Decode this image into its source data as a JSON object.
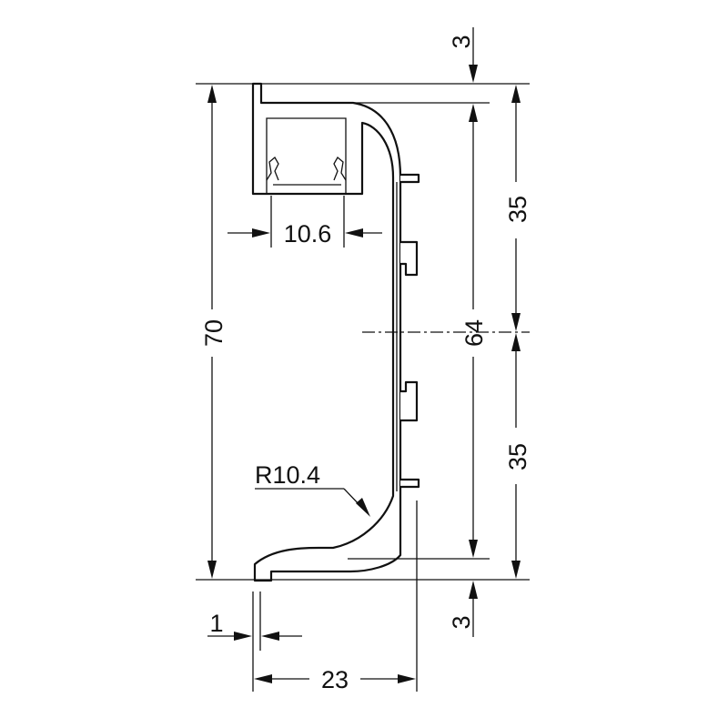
{
  "diagram": {
    "dimensions": {
      "overall_height": "70",
      "groove_offset_top": "3",
      "groove_offset_bottom": "3",
      "upper_half": "35",
      "lower_half": "35",
      "inner_height": "64",
      "channel_width": "10.6",
      "wall_thickness": "1",
      "overall_depth": "23",
      "radius": "R10.4"
    },
    "colors": {
      "line": "#111111",
      "background": "#ffffff"
    }
  }
}
